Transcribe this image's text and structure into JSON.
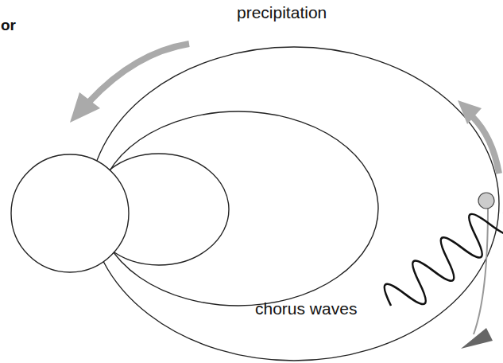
{
  "diagram": {
    "labels": [
      "or",
      "precipitation",
      "chorus waves"
    ]
  }
}
